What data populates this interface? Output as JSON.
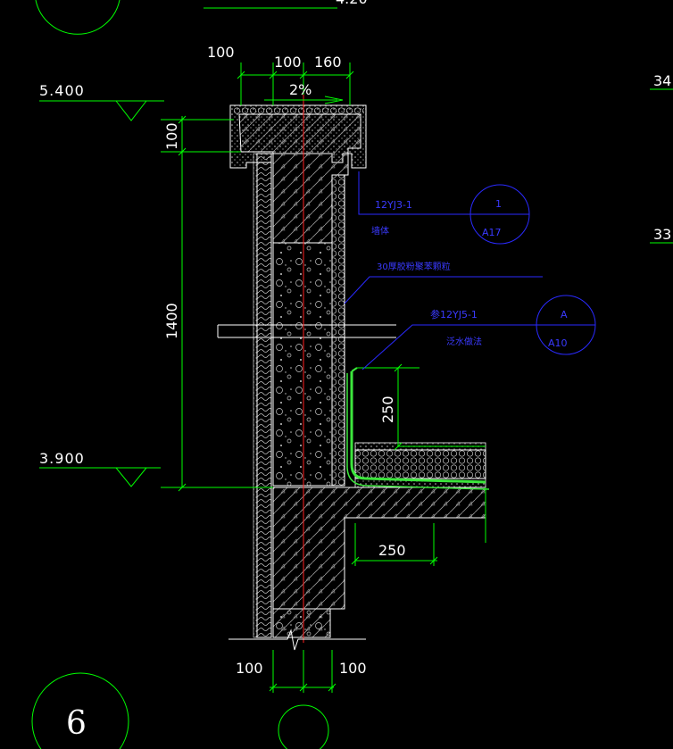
{
  "levels": {
    "top": "5.400",
    "bottom": "3.900"
  },
  "dimensions": {
    "top_left": "100",
    "top_mid": "100",
    "top_right": "160",
    "slope": "2%",
    "vertical_cap": "100",
    "vertical_main": "1400",
    "upturn": "250",
    "overhang": "250",
    "bottom_left": "100",
    "bottom_right": "100"
  },
  "callouts": {
    "c1": {
      "ref": "12YJ3-1",
      "note": "墙体",
      "symbol_top": "1",
      "symbol_bottom": "A17"
    },
    "c2": {
      "note": "30厚胶粉聚苯颗粒"
    },
    "c3": {
      "ref": "参12YJ5-1",
      "note": "泛水做法",
      "symbol_top": "A",
      "symbol_bottom": "A10"
    }
  },
  "grid_labels": {
    "left": "6"
  },
  "edge_labels": {
    "top_cut": "4.20",
    "right_a": "34",
    "right_b": "33"
  },
  "colors": {
    "line": "#00ff00",
    "axis": "#ff2020",
    "leader": "#2a2aff",
    "hatch": "#b0b0b0",
    "membrane": "#3ce63c"
  }
}
